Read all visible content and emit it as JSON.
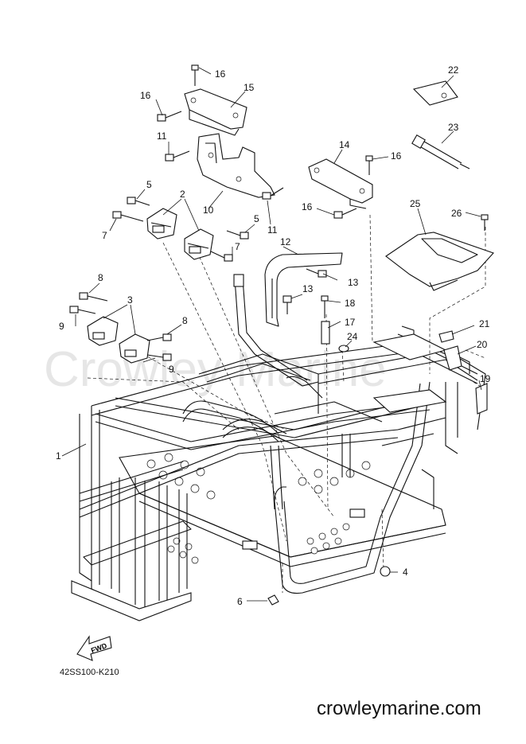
{
  "diagram": {
    "code": "42SS100-K210",
    "site": "crowleymarine.com",
    "watermark": "Crowley Marine",
    "fwd_label": "FWD",
    "parts": [
      "1",
      "2",
      "3",
      "4",
      "5",
      "5",
      "6",
      "7",
      "7",
      "8",
      "8",
      "9",
      "9",
      "10",
      "11",
      "11",
      "12",
      "13",
      "13",
      "14",
      "15",
      "16",
      "16",
      "16",
      "16",
      "17",
      "18",
      "19",
      "20",
      "21",
      "22",
      "23",
      "24",
      "25",
      "26"
    ]
  }
}
